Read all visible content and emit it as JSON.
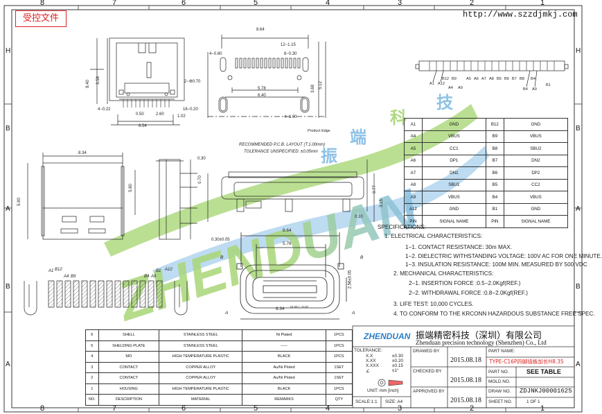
{
  "stamp": "受控文件",
  "website": "http://www.szzdjmkj.com",
  "grid": {
    "top_numbers": [
      "8",
      "7",
      "6",
      "5",
      "4",
      "3",
      "2",
      "1"
    ],
    "side_letters": [
      "H",
      "B",
      "A",
      "B",
      "A"
    ]
  },
  "dims": {
    "d864a": "8.64",
    "d050a": "0.50",
    "d260": "2.60",
    "d654": "6.54",
    "d102": "1.02",
    "d022": "4−0.22",
    "d020": "16−0.20",
    "d840": "8.40",
    "d358": "3.58",
    "d2phi": "2−Φ0.70",
    "d060": "4−0.60",
    "d030": "8−0.30",
    "d115": "12−1.15",
    "d578a": "5.78",
    "d640": "6.40",
    "d368": "3.68",
    "d512": "5.12",
    "d100": "4−1.00",
    "pcb_edge": "Product Edge",
    "pcb_layout": "RECOMMENDED  P.C.B. LAYOUT (T:1.00mm)",
    "tolerance_unspec": "TOLERANCE UNSPECIFIED: ±0.05mm",
    "d834": "8.34",
    "d030b": "0.30",
    "d580": "5.80",
    "d590": "5.90",
    "d070": "0.70",
    "d077": "0.77",
    "d315": "3.15",
    "d010": "0.10",
    "d864b": "8.64",
    "d030c": "0.30±0.05",
    "d578b": "5.78",
    "d256": "2.56±0.05",
    "d834b": "8.34",
    "d834b_tol": "+0.06 / −0.02",
    "lbl_b": "B",
    "lbl_a": "A"
  },
  "pin_labels_top": [
    "A1",
    "A12",
    "B1",
    "B12",
    "A4",
    "A9",
    "B4",
    "A9",
    "B9",
    "B4",
    "A5",
    "A6",
    "A7",
    "A8",
    "B5",
    "B6",
    "B7",
    "B8"
  ],
  "pin_labels_bottom": {
    "a1": "A1",
    "b12": "B12",
    "a4": "A4",
    "b9": "B9",
    "b1": "B1",
    "a12": "A12",
    "b4": "B4",
    "a9": "A9"
  },
  "pin_table": {
    "rows": [
      [
        "A1",
        "GND",
        "B12",
        "GND"
      ],
      [
        "A4",
        "VBUS",
        "B9",
        "VBUS"
      ],
      [
        "A5",
        "CC1",
        "B8",
        "SBU2"
      ],
      [
        "A6",
        "DP1",
        "B7",
        "DN2"
      ],
      [
        "A7",
        "DN1",
        "B6",
        "DP2"
      ],
      [
        "A8",
        "SBU1",
        "B5",
        "CC2"
      ],
      [
        "A9",
        "VBUS",
        "B4",
        "VBUS"
      ],
      [
        "A12",
        "GND",
        "B1",
        "GND"
      ],
      [
        "PIN",
        "SIGNAL NAME",
        "PIN",
        "SIGNAL NAME"
      ]
    ]
  },
  "specs": {
    "title": "SPECIFICATIONS:",
    "l1": "1. ELECTRICAL CHARACTERISTICS:",
    "l1a": "1−1. CONTACT RESISTANCE: 30m  MAX.",
    "l1b": "1−2. DIELECTRIC WITHSTANDING VOLTAGE: 100V AC FOR ONE MINUTE.",
    "l1c": "1−3. INSULATION RESISTANCE: 100M  MIN. MEASURED BY 500 VDC",
    "l2": "2. MECHANICAL CHARACTERISTICS:",
    "l2a": "2−1. INSERTION FORCE :0.5−2.0Kgf(REF.)",
    "l2b": "2−2. WITHDRAWAL FORCE :0.8−2.0Kgf(REF.)",
    "l3": "3. LIFE TEST: 10,000 CYCLES.",
    "l4": "4. TO CONFORM TO THE KRCONN HAZARDOUS SUBSTANCE FREE SPEC."
  },
  "bom": {
    "rows": [
      [
        "6",
        "SHELL",
        "STAINLESS STEEL",
        "Ni Plated",
        "1PCS"
      ],
      [
        "5",
        "SHELDING PLATE",
        "STAINLESS STEEL",
        "−−−",
        "1PCS"
      ],
      [
        "4",
        "MO",
        "HIGH TEMPERATURE PLASTIC",
        "BLACK",
        "1PCS"
      ],
      [
        "3",
        "CONTACT",
        "COPPER ALLOY",
        "Au/Ni Ploted",
        "1SET"
      ],
      [
        "2",
        "CONTACT",
        "COPPER ALLOY",
        "Au/Ni Ploted",
        "1SET"
      ],
      [
        "1",
        "HOUSING",
        "HIGH TEMPERATURE PLASTIC",
        "BLACK",
        "1PCS"
      ],
      [
        "NO.",
        "DESCRIPTION",
        "MATERIAL",
        "REMARKS",
        "QTY"
      ]
    ]
  },
  "title_block": {
    "logo": "ZHENDUAN",
    "company_cn": "振端精密科技（深圳）有限公司",
    "company_en": "Zhenduan precision technology (Shenzhen) Co., Ltd",
    "tolerance": "TOLERANCE:",
    "tol_x": "X.X",
    "tol_x_val": "±0.30",
    "tol_xx": "X.XX",
    "tol_xx_val": "±0.20",
    "tol_xxx": "X.XXX",
    "tol_xxx_val": "±0.15",
    "tol_ang": "∠",
    "tol_ang_val": "±1°",
    "unit": "UNIT: mm [inch]",
    "scale": "SCALE:1:1",
    "size": "SIZE: A4",
    "drawn_by": "DRAWED BY",
    "checked_by": "CHECKED BY",
    "approved_by": "APPROVED BY",
    "date1": "2015.08.18",
    "date2": "2015.08.18",
    "date3": "2015.08.18",
    "part_name_lbl": "PART NAME:",
    "part_name": "TYPE-C16P四脚插板加长H8.35",
    "part_no_lbl": "PART NO.",
    "part_no": "SEE TABLE",
    "mold_no_lbl": "MOLD NO.",
    "draw_no_lbl": "DRAW NO.",
    "draw_no": "ZDJNKJ00001625",
    "sheet_no_lbl": "SHEET NO.",
    "sheet_no": "1 OF 1"
  },
  "watermark": {
    "text": "ZHENDUAN",
    "cn": [
      "振",
      "端",
      "科",
      "技"
    ],
    "color_blue": "#5fa8dc",
    "color_green": "#8cc94a"
  },
  "colors": {
    "line": "#333333",
    "accent_red": "#dd2222"
  }
}
